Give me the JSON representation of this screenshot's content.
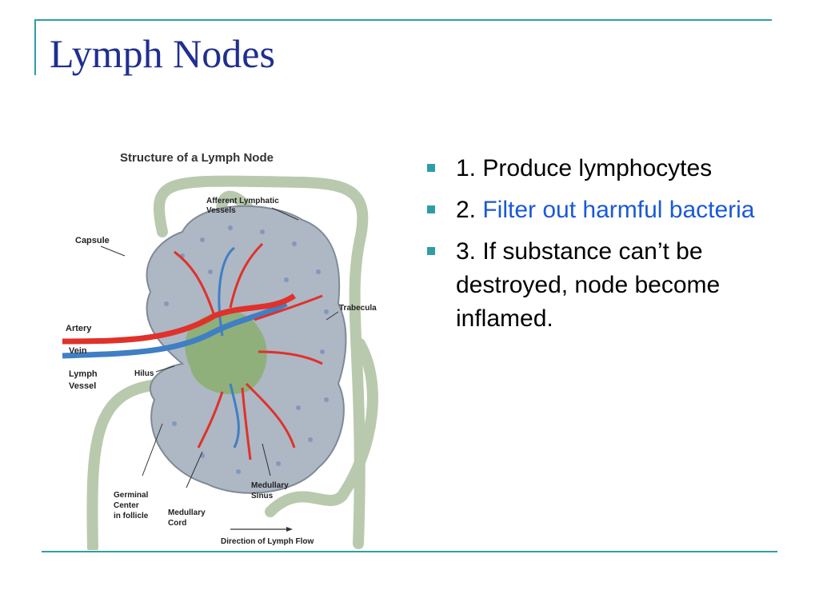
{
  "slide": {
    "title": "Lymph Nodes",
    "colors": {
      "accent": "#2f9ea4",
      "title": "#1f2f8f",
      "highlight": "#1a59d6"
    }
  },
  "figure": {
    "title": "Structure of a Lymph Node",
    "labels": {
      "afferent_line1": "Afferent Lymphatic",
      "afferent_line2": "Vessels",
      "capsule": "Capsule",
      "trabecula": "Trabecula",
      "artery": "Artery",
      "vein": "Vein",
      "lymph_vessel_line1": "Lymph",
      "lymph_vessel_line2": "Vessel",
      "hilus": "Hilus",
      "germinal_line1": "Germinal",
      "germinal_line2": "Center",
      "germinal_line3": "in follicle",
      "medullary_cord_line1": "Medullary",
      "medullary_cord_line2": "Cord",
      "medullary_sinus_line1": "Medullary",
      "medullary_sinus_line2": "Sinus",
      "flow": "Direction of Lymph Flow"
    },
    "colors": {
      "artery": "#e0312a",
      "vein": "#3f7fc4",
      "vessel": "#b9c9ad",
      "node": "#aeb7c4",
      "medulla": "#8fb07a"
    }
  },
  "bullets": [
    {
      "prefix": "1. Produce lymphocytes",
      "highlight": "",
      "suffix": ""
    },
    {
      "prefix": "2. ",
      "highlight": "Filter out harmful bacteria",
      "suffix": ""
    },
    {
      "prefix": "3. If substance can’t be destroyed, node become inflamed.",
      "highlight": "",
      "suffix": ""
    }
  ]
}
